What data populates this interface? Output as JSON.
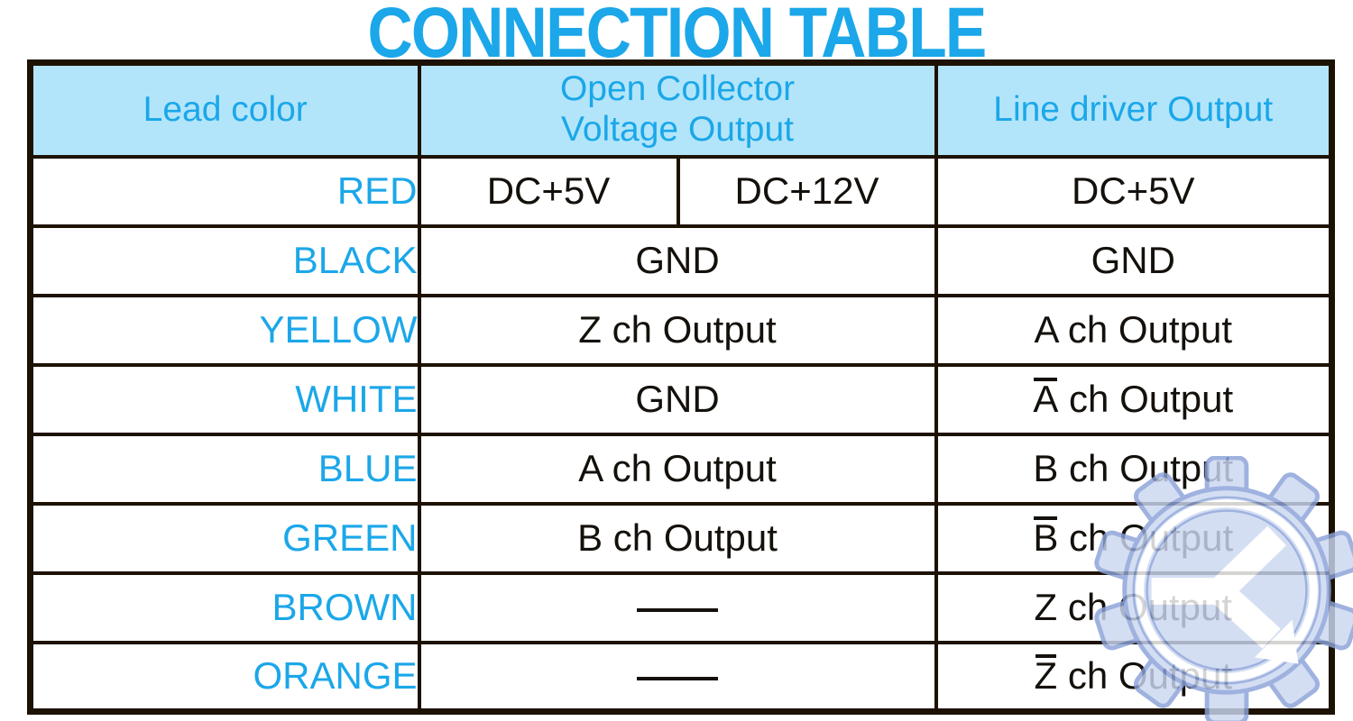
{
  "title": "CONNECTION TABLE",
  "colors": {
    "accent_cyan": "#1BA7E9",
    "header_background": "#B3E5FA",
    "border_dark": "#1D1202",
    "body_text": "#14100B",
    "watermark_fill": "#CBD7F1",
    "watermark_stroke": "#8BA2D8",
    "watermark_glyph": "#FFFFFF"
  },
  "table": {
    "headers": {
      "lead_color": "Lead color",
      "open_collector_line1": "Open Collector",
      "open_collector_line2": "Voltage Output",
      "line_driver": "Line driver Output"
    },
    "rows": [
      {
        "lead": "RED",
        "cells": [
          {
            "text": "DC+5V",
            "span": 1
          },
          {
            "text": "DC+12V",
            "span": 1
          },
          {
            "text": "DC+5V",
            "span": 1
          }
        ]
      },
      {
        "lead": "BLACK",
        "cells": [
          {
            "text": "GND",
            "span": 2
          },
          {
            "text": "GND",
            "span": 1
          }
        ]
      },
      {
        "lead": "YELLOW",
        "cells": [
          {
            "text": "Z ch Output",
            "span": 2
          },
          {
            "text": "A ch Output",
            "span": 1
          }
        ]
      },
      {
        "lead": "WHITE",
        "cells": [
          {
            "text": "GND",
            "span": 2
          },
          {
            "text": "A ch Output",
            "span": 1,
            "overline_first": true
          }
        ]
      },
      {
        "lead": "BLUE",
        "cells": [
          {
            "text": "A ch Output",
            "span": 2
          },
          {
            "text": "B ch Output",
            "span": 1
          }
        ]
      },
      {
        "lead": "GREEN",
        "cells": [
          {
            "text": "B ch Output",
            "span": 2
          },
          {
            "text": "B ch Output",
            "span": 1,
            "overline_first": true
          }
        ]
      },
      {
        "lead": "BROWN",
        "cells": [
          {
            "dash": true,
            "span": 2
          },
          {
            "text": "Z ch Output",
            "span": 1
          }
        ]
      },
      {
        "lead": "ORANGE",
        "cells": [
          {
            "dash": true,
            "span": 2
          },
          {
            "text": "Z ch Output",
            "span": 1,
            "overline_first": true
          }
        ]
      }
    ]
  },
  "watermark": {
    "name": "gear-logo-with-k-arrow"
  }
}
